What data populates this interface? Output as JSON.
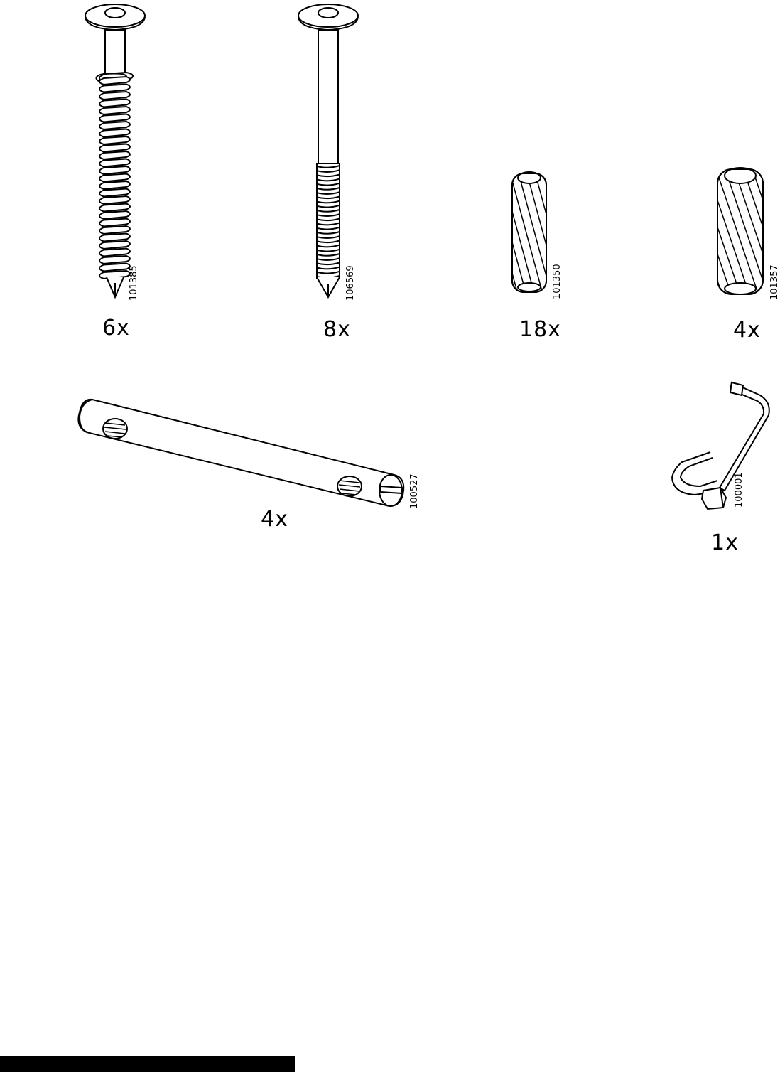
{
  "parts": [
    {
      "code": "101385",
      "quantity": "6x",
      "icon": "wood-screw-icon"
    },
    {
      "code": "106569",
      "quantity": "8x",
      "icon": "machine-screw-icon"
    },
    {
      "code": "101350",
      "quantity": "18x",
      "icon": "wooden-dowel-icon"
    },
    {
      "code": "101357",
      "quantity": "4x",
      "icon": "wooden-dowel-large-icon"
    },
    {
      "code": "100527",
      "quantity": "4x",
      "icon": "cross-dowel-bar-icon"
    },
    {
      "code": "100001",
      "quantity": "1x",
      "icon": "allen-key-icon"
    }
  ],
  "colors": {
    "ink": "#000000",
    "paper": "#ffffff"
  }
}
